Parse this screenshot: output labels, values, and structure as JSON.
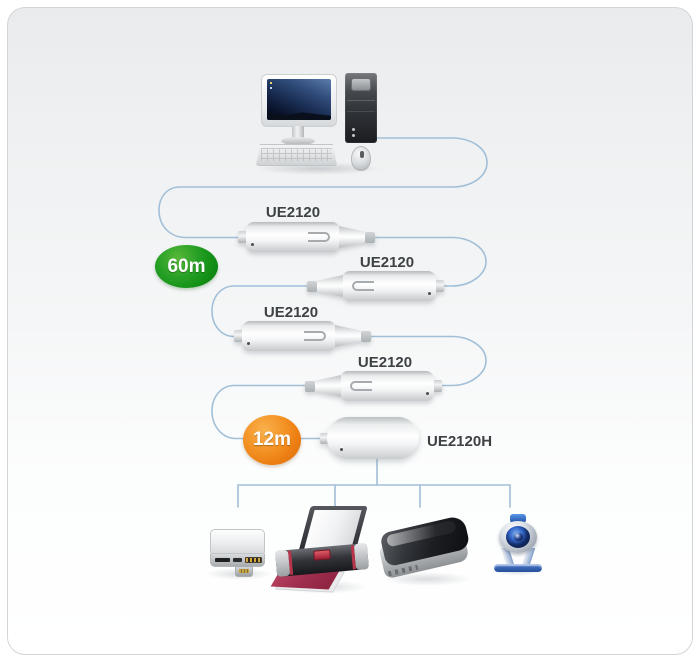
{
  "diagram": {
    "host": {
      "icon": "desktop-computer-icon"
    },
    "extenders": [
      {
        "label": "UE2120"
      },
      {
        "label": "UE2120"
      },
      {
        "label": "UE2120"
      },
      {
        "label": "UE2120"
      }
    ],
    "hub": {
      "label": "UE2120H"
    },
    "badges": [
      {
        "text": "60m",
        "color": "#149116"
      },
      {
        "text": "12m",
        "color": "#ec7f14"
      }
    ],
    "peripherals": [
      {
        "icon": "card-reader-icon"
      },
      {
        "icon": "printer-icon"
      },
      {
        "icon": "scanner-icon"
      },
      {
        "icon": "webcam-icon"
      }
    ],
    "colors": {
      "cable": "#a2bfd8",
      "label_text": "#3d4245"
    }
  }
}
